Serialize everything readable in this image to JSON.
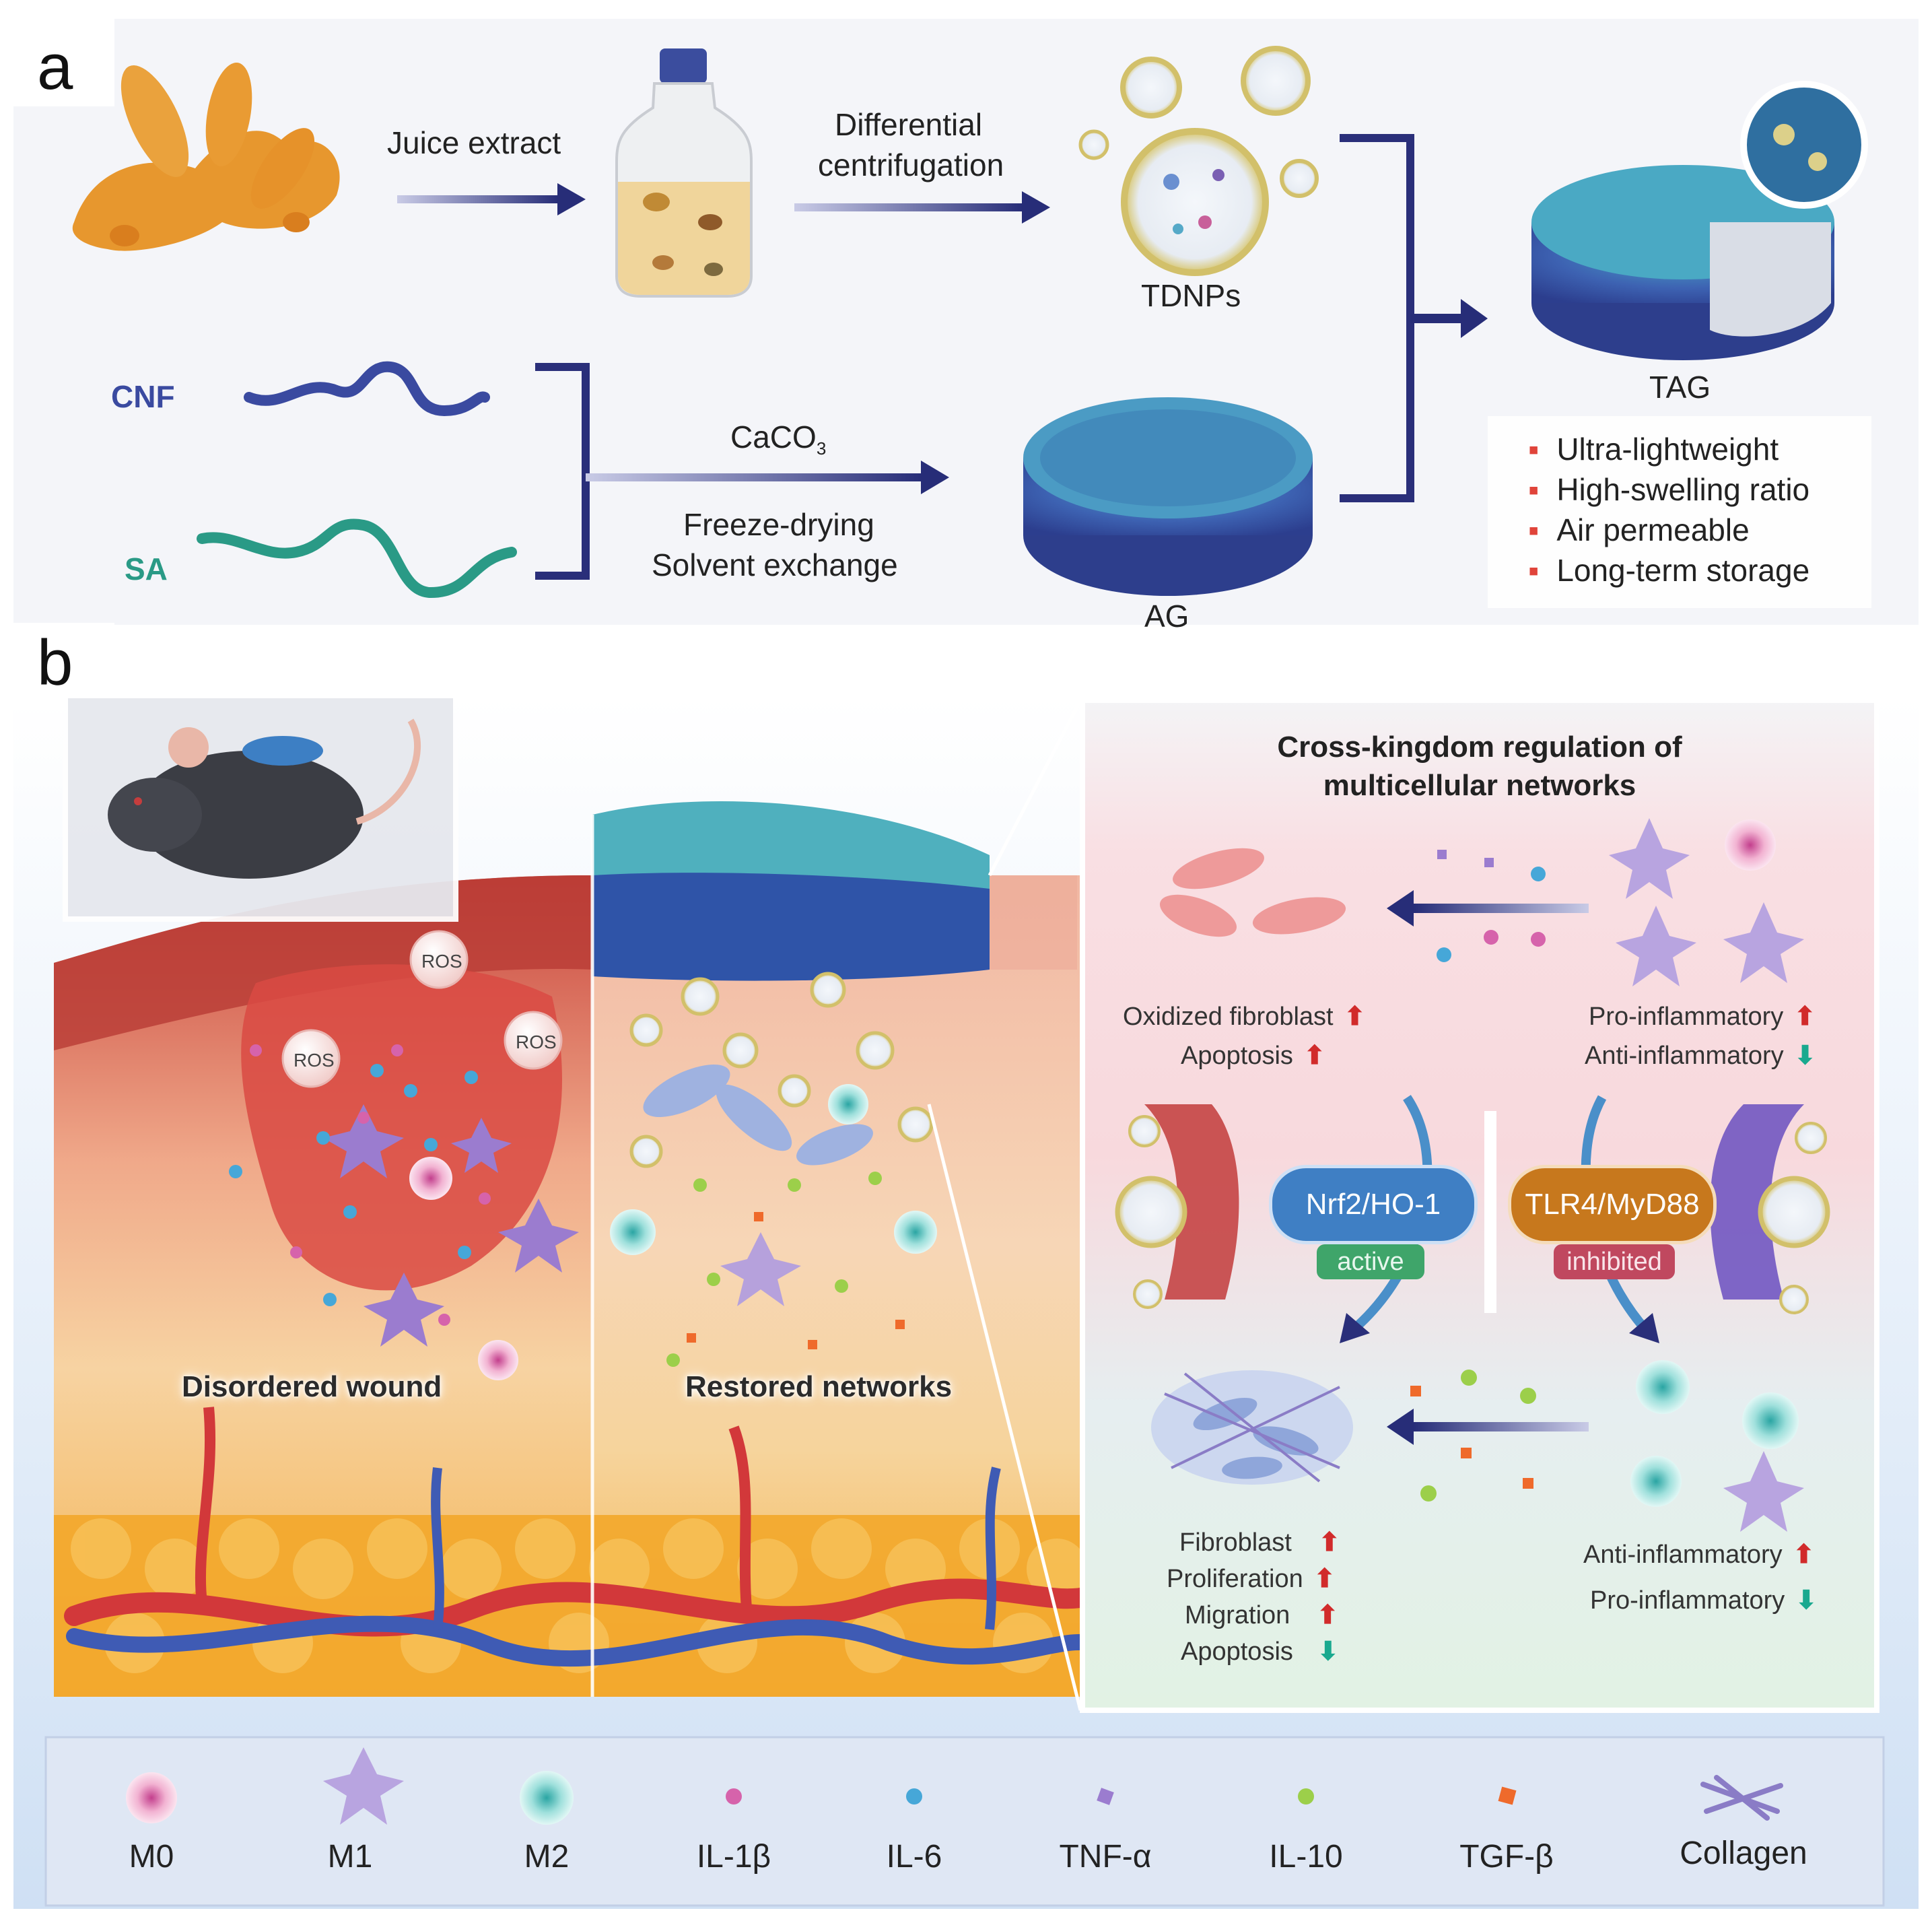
{
  "panel_a": {
    "letter": "a",
    "steps": {
      "juice": "Juice extract",
      "centrifugation_1": "Differential",
      "centrifugation_2": "centrifugation",
      "caco3": "CaCO",
      "caco3_sub": "3",
      "freeze": "Freeze-drying",
      "solvent": "Solvent exchange"
    },
    "materials": {
      "tdnps": "TDNPs",
      "ag": "AG",
      "tag": "TAG"
    },
    "polymers": {
      "cnf": "CNF",
      "sa": "SA"
    },
    "properties": [
      "Ultra-lightweight",
      "High-swelling ratio",
      "Air permeable",
      "Long-term storage"
    ]
  },
  "panel_b": {
    "letter": "b",
    "scene": {
      "left_label": "Disordered wound",
      "right_label": "Restored networks",
      "ros": [
        "ROS",
        "ROS",
        "ROS"
      ]
    },
    "regulation": {
      "title_1": "Cross-kingdom regulation of",
      "title_2": "multicellular networks",
      "top_left": [
        {
          "text": "Oxidized fibroblast",
          "dir": "up"
        },
        {
          "text": "Apoptosis",
          "dir": "up"
        }
      ],
      "top_right": [
        {
          "text": "Pro-inflammatory",
          "dir": "up"
        },
        {
          "text": "Anti-inflammatory",
          "dir": "down"
        }
      ],
      "pathway_left": "Nrf2/HO-1",
      "pathway_left_status": "active",
      "pathway_right": "TLR4/MyD88",
      "pathway_right_status": "inhibited",
      "bottom_left": [
        {
          "text": "Fibroblast",
          "dir": "up"
        },
        {
          "text": "Proliferation",
          "dir": "up"
        },
        {
          "text": "Migration",
          "dir": "up"
        },
        {
          "text": "Apoptosis",
          "dir": "down"
        }
      ],
      "bottom_right": [
        {
          "text": "Anti-inflammatory",
          "dir": "up"
        },
        {
          "text": "Pro-inflammatory",
          "dir": "down"
        }
      ]
    },
    "arrow_up_glyph": "⬆",
    "arrow_down_glyph": "⬇"
  },
  "legend": [
    "M0",
    "M1",
    "M2",
    "IL-1β",
    "IL-6",
    "TNF-α",
    "IL-10",
    "TGF-β",
    "Collagen"
  ],
  "colors": {
    "arrow_navy": "#2a2f7a",
    "cnf": "#3a4aa0",
    "sa": "#2a9a86",
    "nrf2_pill": "#3f7fc4",
    "tlr4_pill": "#c7781d",
    "active_badge": "#3fa56a",
    "inhibited_badge": "#c0485f"
  }
}
